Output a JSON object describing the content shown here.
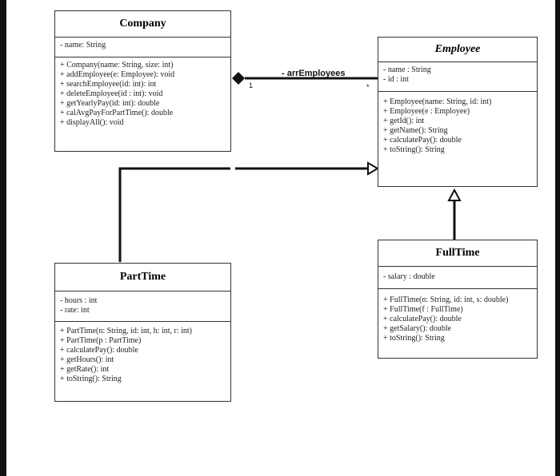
{
  "classes": {
    "company": {
      "name": "Company",
      "attributes": [
        "- name: String"
      ],
      "methods": [
        "+ Company(name: String, size: int)",
        "+ addEmployee(e: Employee): void",
        "+ searchEmployee(id: int): int",
        "+ deleteEmployee(id : int): void",
        "+ getYearlyPay(id: int): double",
        "+ calAvgPayForPartTime(): double",
        "+ displayAll(): void"
      ]
    },
    "employee": {
      "name": "Employee",
      "attributes": [
        "- name : String",
        "- id : int"
      ],
      "methods": [
        "+ Employee(name: String, id: int)",
        "+ Employee(e : Employee)",
        "+ getId(): int",
        "+ getName(): String",
        "+ calculatePay(): double",
        "+ toString(): String"
      ]
    },
    "parttime": {
      "name": "PartTime",
      "attributes": [
        "- hours : int",
        "- rate: int"
      ],
      "methods": [
        "+ PartTime(n: String, id: int, h: int, r: int)",
        "+ PartTime(p : PartTime)",
        "+ calculatePay(): double",
        "+ getHours(): int",
        "+ getRate(): int",
        "+ toString(): String"
      ]
    },
    "fulltime": {
      "name": "FullTime",
      "attributes": [
        "- salary : double"
      ],
      "methods": [
        "+ FullTime(n: String, id: int, s: double)",
        "+ FullTime(f : FullTime)",
        "+ calculatePay(): double",
        "+ getSalary(): double",
        "+ toString(): String"
      ]
    }
  },
  "association": {
    "label": "- arrEmployees",
    "multiplicity_source": "1",
    "multiplicity_target": "*"
  }
}
